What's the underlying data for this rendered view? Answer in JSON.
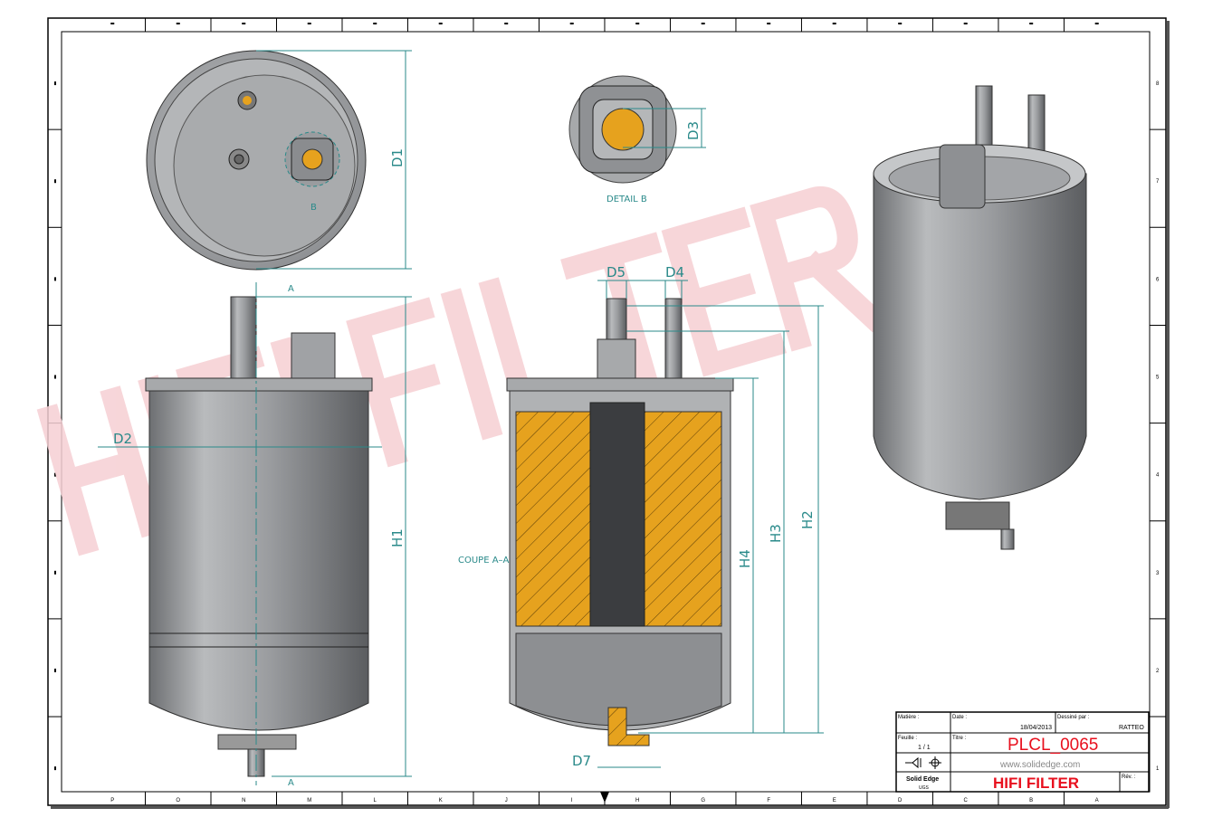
{
  "watermark": "HIFI FILTER",
  "labels": {
    "d1": "D1",
    "d2": "D2",
    "d3": "D3",
    "d4": "D4",
    "d5": "D5",
    "d7": "D7",
    "h1": "H1",
    "h2": "H2",
    "h3": "H3",
    "h4": "H4",
    "section_mark_top": "A",
    "section_mark_bottom": "A",
    "detail_mark": "B",
    "detail_title": "DETAIL B",
    "section_title": "COUPE A–A"
  },
  "border": {
    "columns": [
      "P",
      "O",
      "N",
      "M",
      "L",
      "K",
      "J",
      "I",
      "H",
      "G",
      "F",
      "E",
      "D",
      "C",
      "B",
      "A"
    ],
    "rows": [
      "8",
      "7",
      "6",
      "5",
      "4",
      "3",
      "2",
      "1"
    ]
  },
  "title_block": {
    "matiere_label": "Matière :",
    "date_label": "Date :",
    "date": "18/04/2013",
    "drawn_by_label": "Dessiné par :",
    "drawn_by": "RATTEO",
    "sheet_label": "Feuille :",
    "sheet": "1 / 1",
    "title_label": "Titre :",
    "title": "PLCL_0065",
    "website": "www.solidedge.com",
    "software": "Solid Edge",
    "software_sub": "UGS",
    "company": "HIFI FILTER",
    "rev_label": "Rév. :",
    "accent": "#e8101e"
  }
}
